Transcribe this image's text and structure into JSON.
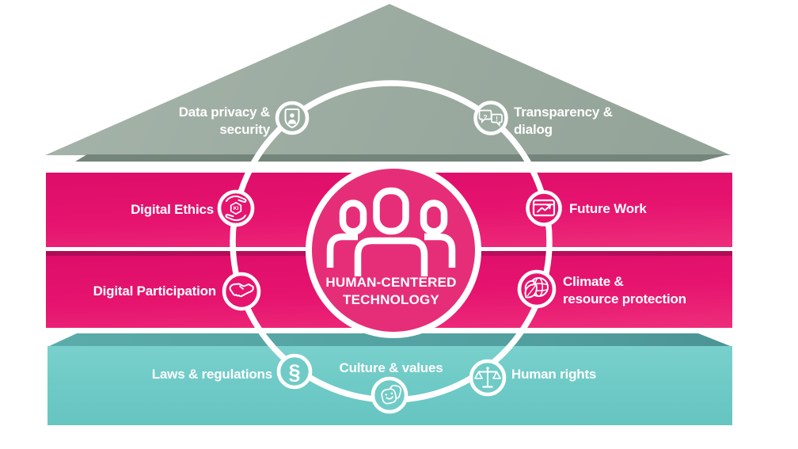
{
  "diagram": {
    "title": "Human-centered technology house",
    "center": {
      "label": "HUMAN-CENTERED\nTECHNOLOGY",
      "icon": "people-group-icon"
    },
    "nodes": [
      {
        "id": "data-privacy-security",
        "label": "Data privacy &\nsecurity",
        "icon": "shield-user-icon",
        "layer": "roof"
      },
      {
        "id": "transparency-dialog",
        "label": "Transparency &\ndialog",
        "icon": "speech-bubbles-icon",
        "layer": "roof"
      },
      {
        "id": "digital-ethics",
        "label": "Digital Ethics",
        "icon": "hands-ai-icon",
        "layer": "middle-bar-1"
      },
      {
        "id": "future-work",
        "label": "Future Work",
        "icon": "browser-trend-icon",
        "layer": "middle-bar-1"
      },
      {
        "id": "digital-participation",
        "label": "Digital Participation",
        "icon": "handshake-icon",
        "layer": "middle-bar-2"
      },
      {
        "id": "climate-resource-protection",
        "label": "Climate &\nresource protection",
        "icon": "globe-leaves-icon",
        "layer": "middle-bar-2"
      },
      {
        "id": "laws-regulations",
        "label": "Laws & regulations",
        "icon": "paragraph-icon",
        "layer": "base"
      },
      {
        "id": "culture-values",
        "label": "Culture & values",
        "icon": "theater-masks-icon",
        "layer": "base"
      },
      {
        "id": "human-rights",
        "label": "Human rights",
        "icon": "scales-icon",
        "layer": "base"
      }
    ],
    "icon_glyphs": {
      "paragraph": "§",
      "ai_label": "KI",
      "question": "?",
      "exclamation": "!"
    },
    "layers": [
      {
        "id": "roof",
        "shape": "triangle",
        "color": "#9cada2"
      },
      {
        "id": "middle-bar-1",
        "shape": "bar",
        "color": "#e6146f"
      },
      {
        "id": "middle-bar-2",
        "shape": "bar",
        "color": "#e6146f"
      },
      {
        "id": "base",
        "shape": "3d-slab",
        "color": "#70cbc7"
      }
    ],
    "colors": {
      "magenta": "#e6146f",
      "sage": "#9cada2",
      "sage_dark": "#74857b",
      "teal": "#70cbc7",
      "teal_dark": "#529fa0",
      "white": "#ffffff"
    }
  }
}
